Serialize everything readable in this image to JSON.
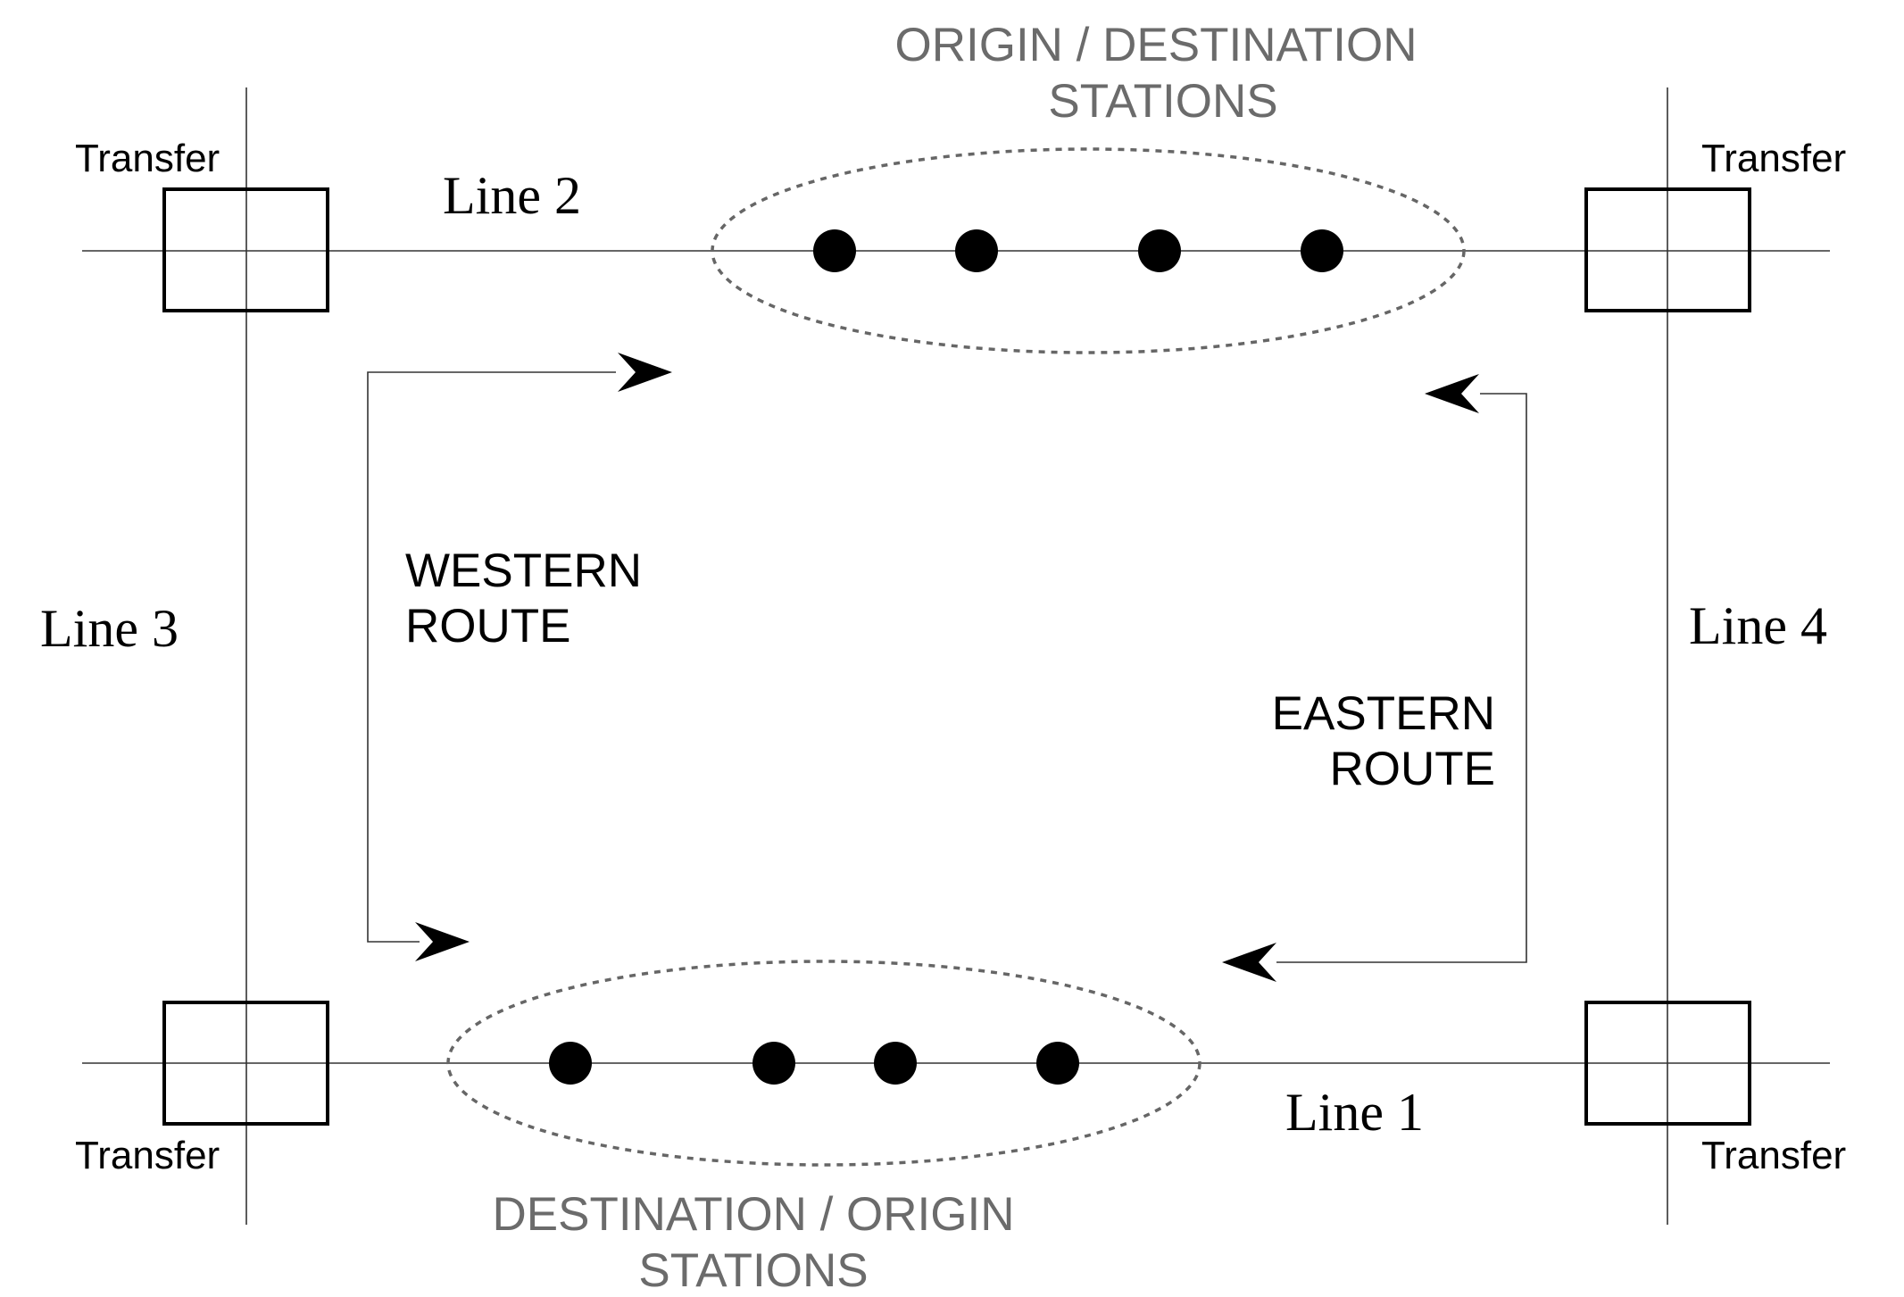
{
  "lines": {
    "line1": "Line 1",
    "line2": "Line 2",
    "line3": "Line 3",
    "line4": "Line 4"
  },
  "transfer_label": "Transfer",
  "groups": {
    "top": {
      "line1": "ORIGIN / DESTINATION",
      "line2": "STATIONS"
    },
    "bottom": {
      "line1": "DESTINATION / ORIGIN",
      "line2": "STATIONS"
    }
  },
  "routes": {
    "western": {
      "line1": "WESTERN",
      "line2": "ROUTE"
    },
    "eastern": {
      "line1": "EASTERN",
      "line2": "ROUTE"
    }
  },
  "colors": {
    "ink": "#000000",
    "thin_line": "#333333",
    "group_label": "#6b6b6b",
    "dashed_ellipse": "#666666"
  }
}
